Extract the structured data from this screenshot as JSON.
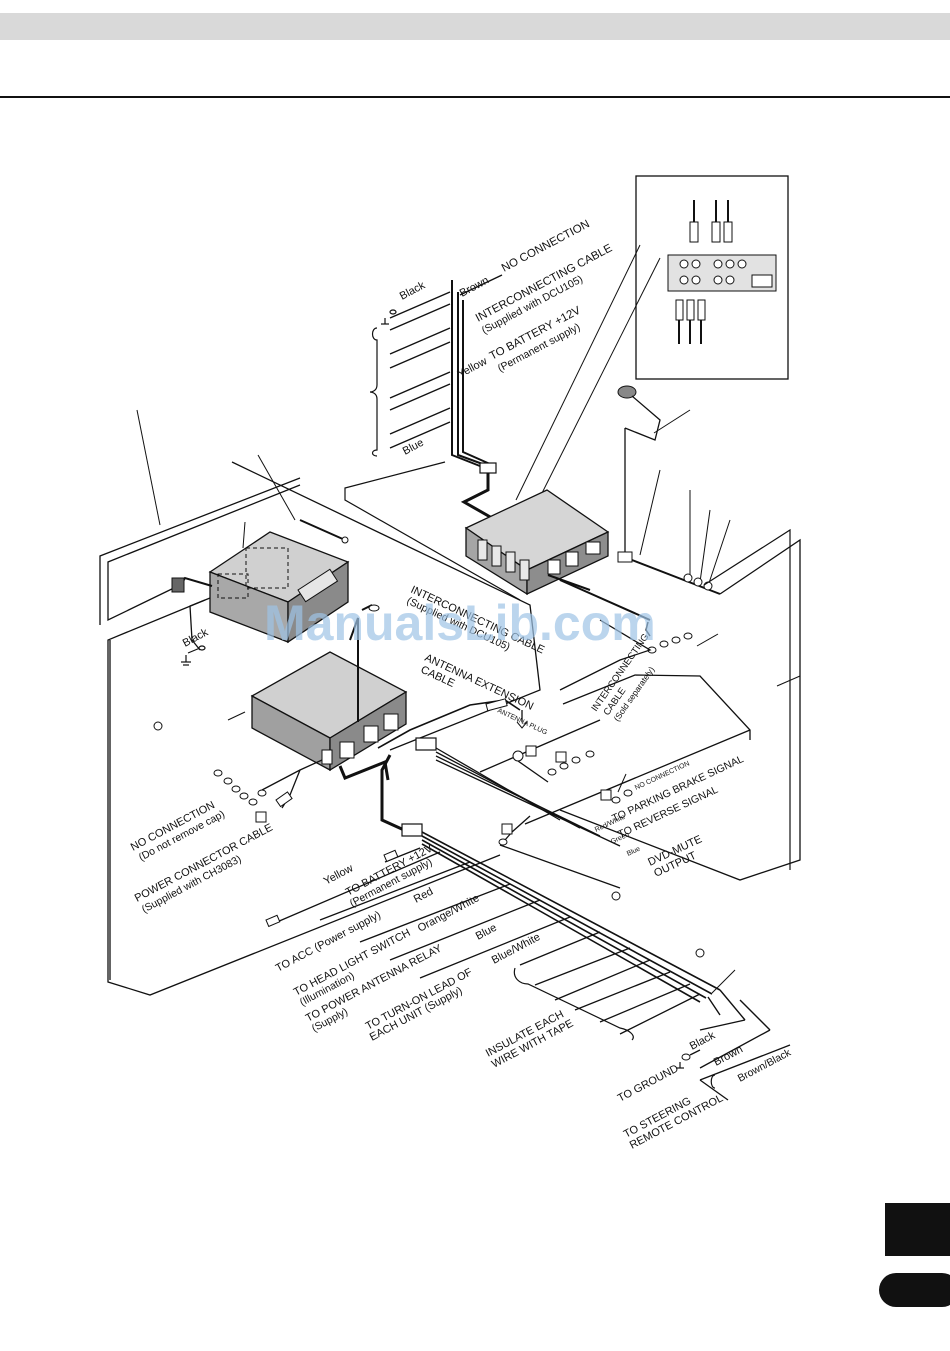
{
  "labels": {
    "no_connection_top": "NO CONNECTION",
    "black_top": "Black",
    "brown_top": "Brown",
    "interconnecting_dcu_1": "INTERCONNECTING CABLE",
    "interconnecting_dcu_2": "(Supplied with DCU105)",
    "battery_top_1": "TO BATTERY +12V",
    "battery_top_2": "(Permanent supply)",
    "yellow_top": "Yellow",
    "blue_top": "Blue",
    "black_ground_left": "Black",
    "interconnecting_mid_1": "INTERCONNECTING CABLE",
    "interconnecting_mid_2": "(Supplied with DCU105)",
    "antenna_ext_1": "ANTENNA EXTENSION",
    "antenna_ext_2": "CABLE",
    "antenna_plug": "ANTENNA PLUG",
    "interconnecting_sep_1": "INTERCONNECTING",
    "interconnecting_sep_2": "CABLE",
    "interconnecting_sep_3": "(Sold separately)",
    "no_connection_small": "NO CONNECTION",
    "parking_brake": "TO PARKING BRAKE SIGNAL",
    "reverse_signal": "TO REVERSE SIGNAL",
    "red_white": "Red/White",
    "green": "Green",
    "blue_small": "Blue",
    "dvd_mute_1": "DVD-MUTE",
    "dvd_mute_2": "OUTPUT",
    "no_connection_cap_1": "NO CONNECTION",
    "no_connection_cap_2": "(Do not remove cap)",
    "power_cable_1": "POWER CONNECTOR CABLE",
    "power_cable_2": "(Supplied with CH3083)",
    "yellow_bottom": "Yellow",
    "battery_bottom_1": "TO BATTERY +12V",
    "battery_bottom_2": "(Permanent supply)",
    "red": "Red",
    "acc": "TO ACC (Power supply)",
    "orange_white": "Orange/White",
    "headlight_1": "TO HEAD LIGHT SWITCH",
    "headlight_2": "(Illumination)",
    "blue_bottom": "Blue",
    "antenna_relay_1": "TO POWER ANTENNA RELAY",
    "antenna_relay_2": "(Supply)",
    "blue_white": "Blue/White",
    "turn_on_1": "TO TURN-ON LEAD OF",
    "turn_on_2": "EACH UNIT (Supply)",
    "insulate_1": "INSULATE EACH",
    "insulate_2": "WIRE WITH TAPE",
    "black_bottom": "Black",
    "ground": "TO GROUND",
    "brown_bottom": "Brown",
    "brown_black": "Brown/Black",
    "steering_1": "TO STEERING",
    "steering_2": "REMOTE CONTROL",
    "watermark": "ManualsLib.com"
  },
  "colors": {
    "line": "#111111",
    "header_band": "#d9d9d9",
    "unit_top": "#d0d0d0",
    "unit_side": "#8a8a8a",
    "watermark": "#9ec3e6"
  }
}
